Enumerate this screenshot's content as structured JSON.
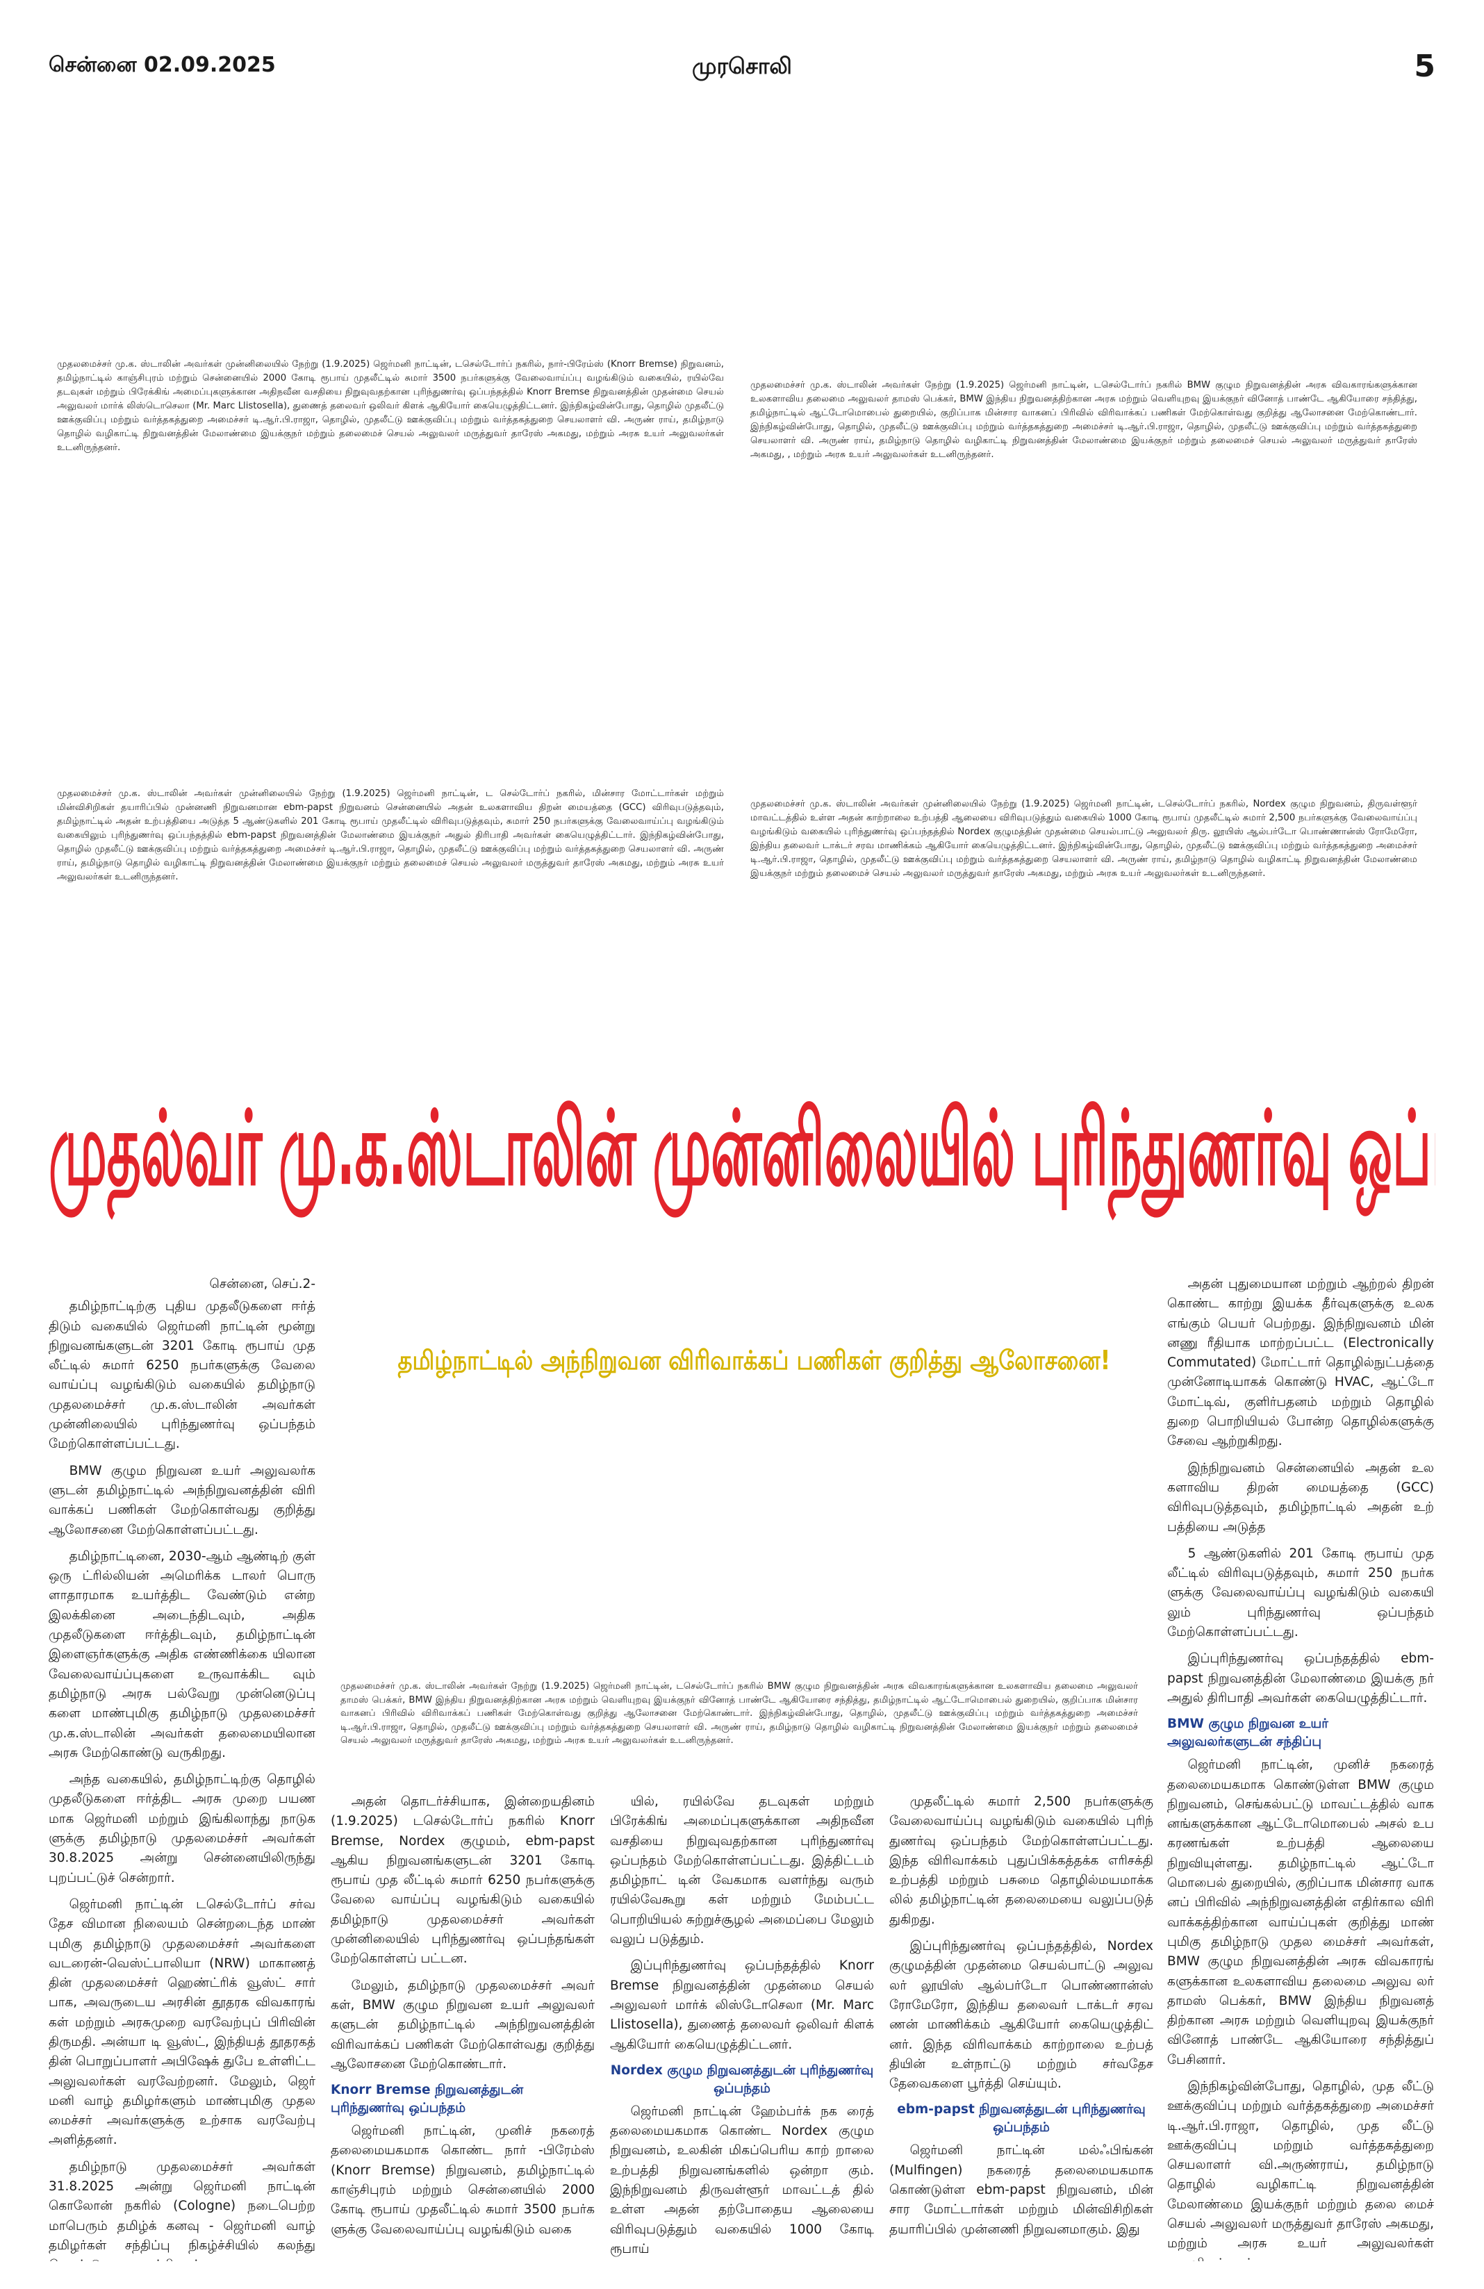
{
  "header": {
    "dateline": "சென்னை 02.09.2025",
    "paper_name": "முரசொலி",
    "page_number": "5"
  },
  "captions": {
    "c1": "முதலமைச்சர் மு.க. ஸ்டாலின் அவர்கள் முன்னிலையில் நேற்று (1.9.2025) ஜெர்மனி நாட்டின், டசெல்டோர்ப் நகரில், நார்-பிரேம்ஸ் (Knorr Bremse) நிறுவனம், தமிழ்நாட்டில் காஞ்சிபுரம் மற்றும் சென்னையில் 2000 கோடி ரூபாய் முதலீட்டில் சுமார் 3500 நபர்களுக்கு வேலைவாய்ப்பு வழங்கிடும் வகையில், ரயில்வே தடவுகள் மற்றும் பிரேக்கிங் அமைப்புகளுக்கான அதிநவீன வசதியை நிறுவுவதற்கான புரிந்துணர்வு ஒப்பந்தத்தில் Knorr Bremse நிறுவனத்தின் முதன்மை செயல் அலுவலர் மார்க் லிஸ்டொசெலா (Mr. Marc Llistosella), துணைத் தலைவர் ஒலிவர் கிளக் ஆகியோர் கையெழுத்திட்டனர். இந்நிகழ்வின்போது, தொழில் முதலீட்டு ஊக்குவிப்பு மற்றும் வர்த்தகத்துறை அமைச்சர் டி.ஆர்.பி.ராஜா, தொழில், முதலீட்டு ஊக்குவிப்பு மற்றும் வர்த்தகத்துறை செயலாளர் வி. அருண் ராய், தமிழ்நாடு தொழில் வழிகாட்டி நிறுவனத்தின் மேலாண்மை இயக்குநர் மற்றும் தலைமைச் செயல் அலுவலர் மருத்துவர் தாரேஸ் அகமது, மற்றும் அரசு உயர் அலுவலர்கள் உடனிருந்தனர்.",
    "c2": "முதலமைச்சர் மு.க. ஸ்டாலின் அவர்கள் நேற்று (1.9.2025) ஜெர்மனி நாட்டின், டசெல்டோர்ப் நகரில் BMW குழும நிறுவனத்தின் அரசு விவகாரங்களுக்கான உலகளாவிய தலைமை அலுவலர் தாமஸ் பெக்கர், BMW இந்திய நிறுவனத்திற்கான அரசு மற்றும் வெளியுறவு இயக்குநர் வினோத் பாண்டே ஆகியோரை சந்தித்து, தமிழ்நாட்டில் ஆட்டோமொபைல் துறையில், குறிப்பாக மின்சார வாகனப் பிரிவில் விரிவாக்கப் பணிகள் மேற்கொள்வது குறித்து ஆலோசனை மேற்கொண்டார். இந்நிகழ்வின்போது, தொழில், முதலீட்டு ஊக்குவிப்பு மற்றும் வர்த்தகத்துறை அமைச்சர் டி.ஆர்.பி.ராஜா, தொழில், முதலீட்டு ஊக்குவிப்பு மற்றும் வர்த்தகத்துறை செயலாளர் வி. அருண் ராய், தமிழ்நாடு தொழில் வழிகாட்டி நிறுவனத்தின் மேலாண்மை இயக்குநர் மற்றும் தலைமைச் செயல் அலுவலர் மருத்துவர் தாரேஸ் அகமது, , மற்றும் அரசு உயர் அலுவலர்கள் உடனிருந்தனர்.",
    "c3": "முதலமைச்சர் மு.க. ஸ்டாலின் அவர்கள் முன்னிலையில் நேற்று (1.9.2025) ஜெர்மனி நாட்டின், ட செல்டோர்ப் நகரில், மின்சார மோட்டார்கள் மற்றும் மின்விசிறிகள் தயாரிப்பில் முன்னணி நிறுவனமான ebm-papst நிறுவனம் சென்னையில் அதன் உலகளாவிய திறன் மையத்தை (GCC) விரிவுபடுத்தவும், தமிழ்நாட்டில் அதன் உற்பத்தியை அடுத்த 5 ஆண்டுகளில் 201 கோடி ரூபாய் முதலீட்டில் விரிவுபடுத்தவும், சுமார் 250 நபர்களுக்கு வேலைவாய்ப்பு வழங்கிடும் வகையிலும் புரிந்துணர்வு ஒப்பந்தத்தில் ebm-papst நிறுவனத்தின் மேலாண்மை இயக்குநர் அதுல் திரிபாதி அவர்கள் கையெழுத்திட்டார். இந்நிகழ்வின்போது, தொழில் முதலீட்டு ஊக்குவிப்பு மற்றும் வர்த்தகத்துறை அமைச்சர் டி.ஆர்.பி.ராஜா, தொழில், முதலீட்டு ஊக்குவிப்பு மற்றும் வர்த்தகத்துறை செயலாளர் வி. அருண் ராய், தமிழ்நாடு தொழில் வழிகாட்டி நிறுவனத்தின் மேலாண்மை இயக்குநர் மற்றும் தலைமைச் செயல் அலுவலர் மருத்துவர் தாரேஸ் அகமது, மற்றும் அரசு உயர் அலுவலர்கள் உடனிருந்தனர்.",
    "c4": "முதலமைச்சர் மு.க. ஸ்டாலின் அவர்கள் முன்னிலையில் நேற்று (1.9.2025) ஜெர்மனி நாட்டின், டசெல்டோர்ப் நகரில், Nordex குழும நிறுவனம், திருவள்ளூர் மாவட்டத்தில் உள்ள அதன் காற்றாலை உற்பத்தி ஆலையை விரிவுபடுத்தும் வகையில் 1000 கோடி ரூபாய் முதலீட்டில் சுமார் 2,500 நபர்களுக்கு வேலைவாய்ப்பு வழங்கிடும் வகையில் புரிந்துணர்வு ஒப்பந்தத்தில் Nordex குழுமத்தின் முதன்மை செயல்பாட்டு அலுவலர் திரு. லூயிஸ் ஆல்பர்டோ பொண்ணான்ஸ் ரோமேரோ, இந்திய தலைவர் டாக்டர் சரவ மாணிக்கம் ஆகியோர் கையெழுத்திட்டனர். இந்நிகழ்வின்போது, தொழில், முதலீட்டு ஊக்குவிப்பு மற்றும் வர்த்தகத்துறை அமைச்சர் டி.ஆர்.பி.ராஜா, தொழில், முதலீட்டு ஊக்குவிப்பு மற்றும் வர்த்தகத்துறை செயலாளர் வி. அருண் ராய், தமிழ்நாடு தொழில் வழிகாட்டி நிறுவனத்தின் மேலாண்மை இயக்குநர் மற்றும் தலைமைச் செயல் அலுவலர் மருத்துவர் தாரேஸ் அகமது, மற்றும் அரசு உயர் அலுவலர்கள் உடனிருந்தனர்.",
    "c5": "முதலமைச்சர் மு.க. ஸ்டாலின் அவர்கள் நேற்று (1.9.2025) ஜெர்மனி நாட்டின், டசெல்டோர்ப் நகரில் BMW குழும நிறுவனத்தின் அரசு விவகாரங்களுக்கான உலகளாவிய தலைமை அலுவலர் தாமஸ் பெக்கர், BMW இந்திய நிறுவனத்திற்கான அரசு மற்றும் வெளியுறவு இயக்குநர் வினோத் பாண்டே ஆகியோரை சந்தித்து, தமிழ்நாட்டில் ஆட்டோமொபைல் துறையில், குறிப்பாக மின்சார வாகனப் பிரிவில் விரிவாக்கப் பணிகள் மேற்கொள்வது குறித்து ஆலோசனை மேற்கொண்டார். இந்நிகழ்வின்போது, தொழில், முதலீட்டு ஊக்குவிப்பு மற்றும் வர்த்தகத்துறை அமைச்சர் டி.ஆர்.பி.ராஜா, தொழில், முதலீட்டு ஊக்குவிப்பு மற்றும் வர்த்தகத்துறை செயலாளர் வி. அருண் ராய், தமிழ்நாடு தொழில் வழிகாட்டி நிறுவனத்தின் மேலாண்மை இயக்குநர் மற்றும் தலைமைச் செயல் அலுவலர் மருத்துவர் தாரேஸ் அகமது, மற்றும் அரசு உயர் அலுவலர்கள் உடனிருந்தனர்."
  },
  "headline": "முதல்வர் மு.க.ஸ்டாலின் முன்னிலையில் புரிந்துணர்வு ஒப்பந்தம்!",
  "subheadline": "தமிழ்நாட்டில் அந்நிறுவன விரிவாக்கப் பணிகள் குறித்து ஆலோசனை!",
  "col1": {
    "dateline": "சென்னை, செப்.2-",
    "p1": "தமிழ்நாட்டிற்கு புதிய முதலீடுகளை ஈர்த் திடும் வகையில் ஜெர்மனி நாட்டின் மூன்று நிறுவனங்களுடன் 3201 கோடி ரூபாய் முத லீட்டில் சுமார் 6250 நபர்களுக்கு வேலை வாய்ப்பு வழங்கிடும் வகையில் தமிழ்நாடு முதலமைச்சர் மு.க.ஸ்டாலின் அவர்கள் முன்னிலையில் புரிந்துணர்வு ஒப்பந்தம் மேற்கொள்ளப்பட்டது.",
    "p2": "BMW குழும நிறுவன உயர் அலுவலர்க ளுடன் தமிழ்நாட்டில் அந்நிறுவனத்தின் விரி வாக்கப் பணிகள் மேற்கொள்வது குறித்து ஆலோசனை மேற்கொள்ளப்பட்டது.",
    "p3": "தமிழ்நாட்டினை, 2030-ஆம் ஆண்டிற் குள் ஒரு ட்ரில்லியன் அமெரிக்க டாலர் பொரு ளாதாரமாக உயர்த்திட வேண்டும் என்ற இலக்கினை அடைந்திடவும், அதிக முதலீடுகளை ஈர்த்திடவும், தமிழ்நாட்டின் இளைஞர்களுக்கு அதிக எண்ணிக்கை யிலான வேலைவாய்ப்புகளை உருவாக்கிட வும் தமிழ்நாடு அரசு பல்வேறு முன்னெடுப்பு களை மாண்புமிகு தமிழ்நாடு முதலமைச்சர் மு.க.ஸ்டாலின் அவர்கள் தலைமையிலான அரசு மேற்கொண்டு வருகிறது.",
    "p4": "அந்த வகையில், தமிழ்நாட்டிற்கு தொழில் முதலீடுகளை ஈர்த்திட அரசு முறை பயண மாக ஜெர்மனி மற்றும் இங்கிலாந்து நாடுக ளுக்கு தமிழ்நாடு முதலமைச்சர் அவர்கள் 30.8.2025 அன்று சென்னையிலிருந்து புறப்பட்டுச் சென்றார்.",
    "p5": "ஜெர்மனி நாட்டின் டசெல்டோர்ப் சர்வ தேச விமான நிலையம் சென்றடைந்த மாண் புமிகு தமிழ்நாடு முதலமைச்சர் அவர்களை வடரைன்-வெஸ்ட்பாலியா (NRW) மாகாணத் தின் முதலமைச்சர் ஹெண்ட்ரிக் வூஸ்ட் சார் பாக, அவருடைய அரசின் தூதரக விவகாரங் கள் மற்றும் அரசுமுறை வரவேற்புப் பிரிவின் திருமதி. அன்யா டி வூஸ்ட், இந்தியத் தூதரகத் தின் பொறுப்பாளர் அபிஷேக் துபே உள்ளிட்ட அலுவலர்கள் வரவேற்றனர். மேலும், ஜெர் மனி வாழ் தமிழர்களும் மாண்புமிகு முதல மைச்சர் அவர்களுக்கு உற்சாக வரவேற்பு அளித்தனர்.",
    "p6": "தமிழ்நாடு முதலமைச்சர் அவர்கள் 31.8.2025 அன்று ஜெர்மனி நாட்டின் கொலோன் நகரில் (Cologne) நடைபெற்ற மாபெரும் தமிழ்க் கனவு - ஜெர்மனி வாழ் தமிழர்கள் சந்திப்பு நிகழ்ச்சியில் கலந்து கொண்டு உரையாற்றினார்."
  },
  "col2": {
    "p1": "அதன் தொடர்ச்சியாக, இன்றையதினம் (1.9.2025) டசெல்டோர்ப் நகரில் Knorr Bremse, Nordex குழுமம், ebm-papst ஆகிய நிறுவனங்களுடன் 3201 கோடி ரூபாய் முத லீட்டில் சுமார் 6250 நபர்களுக்கு வேலை வாய்ப்பு வழங்கிடும் வகையில் தமிழ்நாடு முதலமைச்சர் அவர்கள் முன்னிலையில் புரிந்துணர்வு ஒப்பந்தங்கள் மேற்கொள்ளப் பட்டன.",
    "p2": "மேலும், தமிழ்நாடு முதலமைச்சர் அவர் கள், BMW குழும நிறுவன உயர் அலுவலர் களுடன் தமிழ்நாட்டில் அந்நிறுவனத்தின் விரிவாக்கப் பணிகள் மேற்கொள்வது குறித்து ஆலோசனை மேற்கொண்டார்.",
    "h1": "Knorr Bremse நிறுவனத்துடன் புரிந்துணர்வு ஒப்பந்தம்",
    "p3": "ஜெர்மனி நாட்டின், முனிச் நகரைத் தலைமையகமாக கொண்ட நார் -பிரேம்ஸ் (Knorr Bremse) நிறுவனம், தமிழ்நாட்டில் காஞ்சிபுரம் மற்றும் சென்னையில் 2000 கோடி ரூபாய் முதலீட்டில் சுமார் 3500 நபர்க ளுக்கு வேலைவாய்ப்பு வழங்கிடும் வகை"
  },
  "col3": {
    "p1": "யில், ரயில்வே தடவுகள் மற்றும் பிரேக்கிங் அமைப்புகளுக்கான அதிநவீன வசதியை நிறுவுவதற்கான புரிந்துணர்வு ஒப்பந்தம் மேற்கொள்ளப்பட்டது. இத்திட்டம் தமிழ்நாட் டின் வேகமாக வளர்ந்து வரும் ரயில்வேகூறு கள் மற்றும் மேம்பட்ட பொறியியல் சுற்றுச்சூழல் அமைப்பை மேலும் வலுப் படுத்தும்.",
    "p2": "இப்புரிந்துணர்வு ஒப்பந்தத்தில் Knorr Bremse நிறுவனத்தின் முதன்மை செயல் அலுவலர் மார்க் லிஸ்டோசெலா (Mr. Marc Llistosella), துணைத் தலைவர் ஒலிவர் கிளக் ஆகியோர் கையெழுத்திட்டனர்.",
    "h1": "Nordex குழும நிறுவனத்துடன் புரிந்துணர்வு ஒப்பந்தம்",
    "p3": "ஜெர்மனி நாட்டின் ஹேம்பர்க் நக ரைத் தலைமையகமாக கொண்ட Nordex குழும நிறுவனம், உலகின் மிகப்பெரிய காற் றாலை உற்பத்தி நிறுவனங்களில் ஒன்றா கும். இந்நிறுவனம் திருவள்ளூர் மாவட்டத் தில் உள்ள அதன் தற்போதைய ஆலையை விரிவுபடுத்தும் வகையில் 1000 கோடி ரூபாய்"
  },
  "col4": {
    "p1": "முதலீட்டில் சுமார் 2,500 நபர்களுக்கு வேலைவாய்ப்பு வழங்கிடும் வகையில் புரிந் துணர்வு ஒப்பந்தம் மேற்கொள்ளப்பட்டது. இந்த விரிவாக்கம் புதுப்பிக்கத்தக்க எரிசக்தி உற்பத்தி மற்றும் பசுமை தொழில்மயமாக்க லில் தமிழ்நாட்டின் தலைமையை வலுப்படுத் துகிறது.",
    "p2": "இப்புரிந்துணர்வு ஒப்பந்தத்தில், Nordex குழுமத்தின் முதன்மை செயல்பாட்டு அலுவ லர் லூயிஸ் ஆல்பர்டோ பொண்ணான்ஸ் ரோமேரோ, இந்திய தலைவர் டாக்டர் சரவ ணன் மாணிக்கம் ஆகியோர் கையெழுத்திட் னர். இந்த விரிவாக்கம் காற்றாலை உற்பத் தியின் உள்நாட்டு மற்றும் சர்வதேச தேவைகளை பூர்த்தி செய்யும்.",
    "h1": "ebm-papst நிறுவனத்துடன் புரிந்துணர்வு ஒப்பந்தம்",
    "p3": "ஜெர்மனி நாட்டின் மல்ஃபிங்கன் (Mulfingen) நகரைத் தலைமையகமாக கொண்டுள்ள ebm-papst நிறுவனம், மின் சார மோட்டார்கள் மற்றும் மின்விசிறிகள் தயாரிப்பில் முன்னணி நிறுவனமாகும். இது"
  },
  "col5": {
    "p1": "அதன் புதுமையான மற்றும் ஆற்றல் திறன் கொண்ட காற்று இயக்க தீர்வுகளுக்கு உலக எங்கும் பெயர் பெற்றது. இந்நிறுவனம் மின் னணு ரீதியாக மாற்றப்பட்ட (Electronically Commutated) மோட்டார் தொழில்நுட்பத்தை முன்னோடியாகக் கொண்டு HVAC, ஆட்டோ மோட்டிவ், குளிர்பதனம் மற்றும் தொழில் துறை பொறியியல் போன்ற தொழில்களுக்கு சேவை ஆற்றுகிறது.",
    "p2": "இந்நிறுவனம் சென்னையில் அதன் உல களாவிய திறன் மையத்தை (GCC) விரிவுபடுத்தவும், தமிழ்நாட்டில் அதன் உற் பத்தியை அடுத்த",
    "p3": "5 ஆண்டுகளில் 201 கோடி ரூபாய் முத லீட்டில் விரிவுபடுத்தவும், சுமார் 250 நபர்க ளுக்கு வேலைவாய்ப்பு வழங்கிடும் வகையி லும் புரிந்துணர்வு ஒப்பந்தம் மேற்கொள்ளப்பட்டது.",
    "p4": "இப்புரிந்துணர்வு ஒப்பந்தத்தில் ebm-papst நிறுவனத்தின் மேலாண்மை இயக்கு நர் அதுல் திரிபாதி அவர்கள் கையெழுத்திட்டார்.",
    "h1": "BMW குழும நிறுவன உயர் அலுவலர்களுடன் சந்திப்பு",
    "p5": "ஜெர்மனி நாட்டின், முனிச் நகரைத் தலைமையகமாக கொண்டுள்ள BMW குழும நிறுவனம், செங்கல்பட்டு மாவட்டத்தில் வாக னங்களுக்கான ஆட்டோமொபைல் அசல் உப கரணங்கள் உற்பத்தி ஆலையை நிறுவியுள்ளது. தமிழ்நாட்டில் ஆட்டோ மொபைல் துறையில், குறிப்பாக மின்சார வாக னப் பிரிவில் அந்நிறுவனத்தின் எதிர்கால விரி வாக்கத்திற்கான வாய்ப்புகள் குறித்து மாண் புமிகு தமிழ்நாடு முதல மைச்சர் அவர்கள், BMW குழும நிறுவனத்தின் அரசு விவகாரங் களுக்கான உலகளாவிய தலைமை அலுவ லர் தாமஸ் பெக்கர், BMW இந்திய நிறுவனத் திற்கான அரசு மற்றும் வெளியுறவு இயக்குநர் வினோத் பாண்டே ஆகியோரை சந்தித்துப் பேசினார்.",
    "p6": "இந்நிகழ்வின்போது, தொழில், முத லீட்டு ஊக்குவிப்பு மற்றும் வர்த்தகத்துறை அமைச்சர் டி.ஆர்.பி.ராஜா, தொழில், முத லீட்டு ஊக்குவிப்பு மற்றும் வர்த்தகத்துறை செயலாளர் வி.அருண்ராய், தமிழ்நாடு தொழில் வழிகாட்டி நிறுவனத்தின் மேலாண்மை இயக்குநர் மற்றும் தலை மைச் செயல் அலுவலர் மருத்துவர் தாரேஸ் அகமது, மற்றும் அரசு உயர் அலுவலர்கள் உடனிருந்தனர்."
  }
}
